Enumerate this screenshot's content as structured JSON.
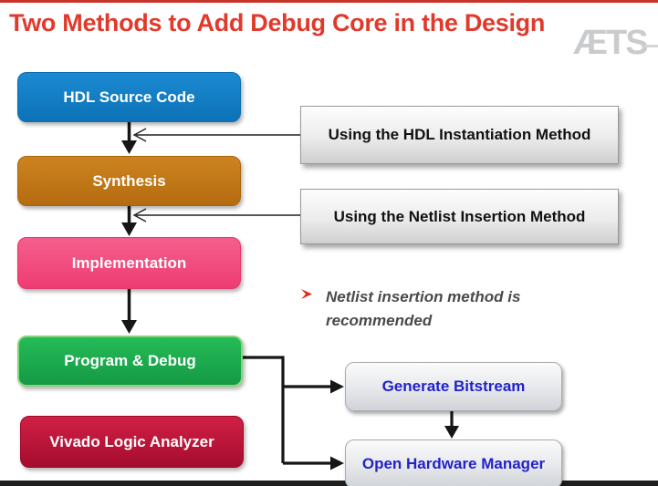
{
  "slide": {
    "title": "Two Methods to Add Debug Core in the Design",
    "title_color": "#e13a2c",
    "watermark_text": "ÆTS",
    "watermark_color": "#c9cbcd",
    "top_bar_color": "#c9352b",
    "bottom_bar_color": "#1e1e1e",
    "background": "#ffffff"
  },
  "flow": {
    "boxes": [
      {
        "id": "hdl-source-code",
        "label": "HDL Source Code",
        "color_top": "#1b8ad2",
        "color_bottom": "#0d72b6",
        "border": "#0d6cae",
        "text_color": "#ffffff"
      },
      {
        "id": "synthesis",
        "label": "Synthesis",
        "color_top": "#cc831f",
        "color_bottom": "#b56c10",
        "border": "#a96508",
        "text_color": "#ffffff"
      },
      {
        "id": "implementation",
        "label": "Implementation",
        "color_top": "#f55f8d",
        "color_bottom": "#ee3c71",
        "border": "#e83468",
        "text_color": "#ffffff"
      },
      {
        "id": "program-debug",
        "label": "Program & Debug",
        "color_top": "#25bb58",
        "color_bottom": "#149a44",
        "border": "#86d47c",
        "text_color": "#ffffff"
      },
      {
        "id": "vivado-logic-analyzer",
        "label": "Vivado Logic Analyzer",
        "color_top": "#d02045",
        "color_bottom": "#a50c2e",
        "border": "#9c0a29",
        "text_color": "#ffffff"
      }
    ]
  },
  "methods": {
    "items": [
      {
        "label": "Using the HDL Instantiation Method"
      },
      {
        "label": "Using the Netlist Insertion Method"
      }
    ],
    "text_color": "#111111"
  },
  "note": {
    "bullet": "➢",
    "bullet_color": "#e02b20",
    "line1": "Netlist insertion method is",
    "line2": "recommended",
    "text_color": "#4a4a4a"
  },
  "outputs": {
    "items": [
      {
        "label": "Generate Bitstream"
      },
      {
        "label": "Open Hardware Manager"
      }
    ],
    "text_color": "#2222cc"
  }
}
